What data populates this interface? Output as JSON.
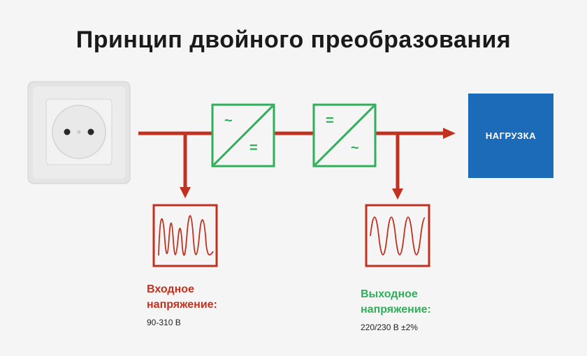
{
  "title": "Принцип двойного преобразования",
  "rectifier": {
    "in_symbol": "~",
    "out_symbol": "="
  },
  "inverter": {
    "in_symbol": "=",
    "out_symbol": "~"
  },
  "load": {
    "label": "НАГРУЗКА"
  },
  "input": {
    "title_line1": "Входное",
    "title_line2": "напряжение:",
    "value": "90-310 В"
  },
  "output": {
    "title_line1": "Выходное",
    "title_line2": "напряжение:",
    "value": "220/230 В ±2%"
  },
  "colors": {
    "line": "#c0311f",
    "converter": "#2faf5a",
    "load": "#1c6bb8"
  }
}
